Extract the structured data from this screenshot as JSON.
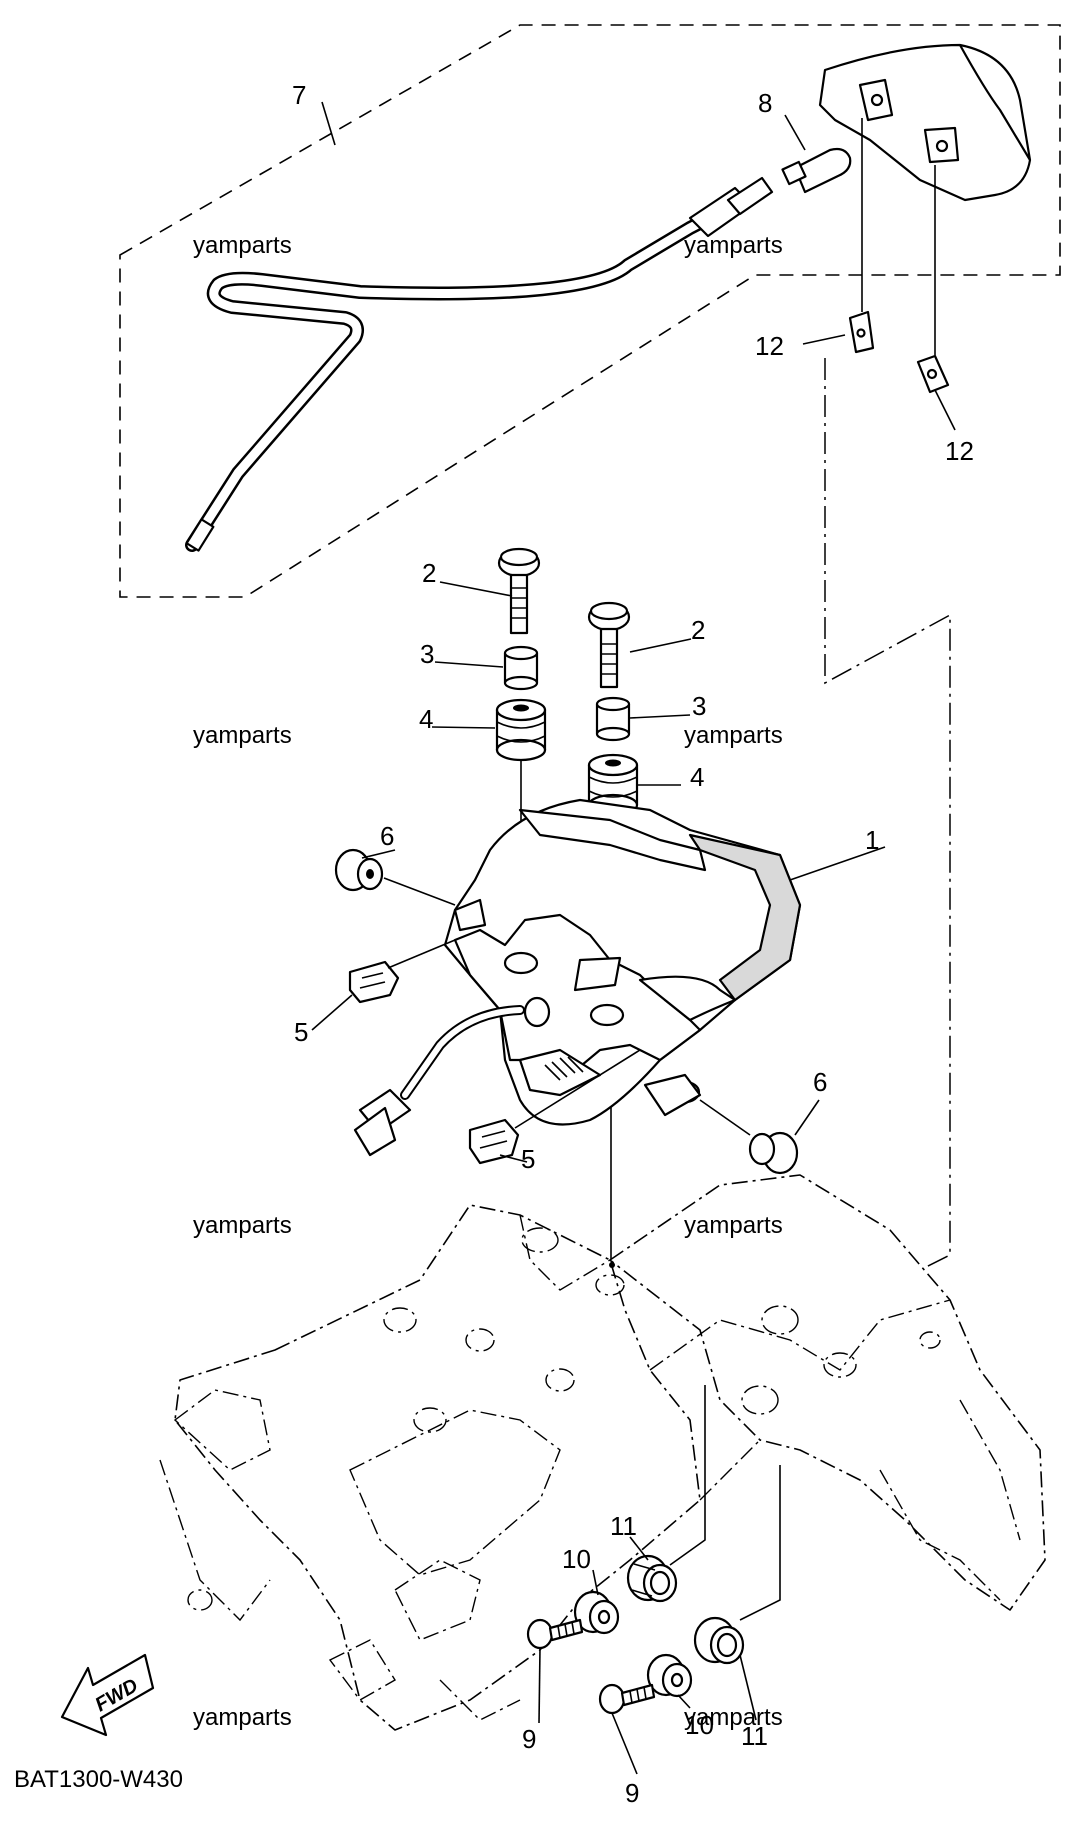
{
  "diagram_code": "BAT1300-W430",
  "fwd_label": "FWD",
  "watermark": "yamparts",
  "callouts": {
    "c1": "1",
    "c2a": "2",
    "c2b": "2",
    "c3a": "3",
    "c3b": "3",
    "c4a": "4",
    "c4b": "4",
    "c5a": "5",
    "c5b": "5",
    "c6a": "6",
    "c6b": "6",
    "c7": "7",
    "c8": "8",
    "c9a": "9",
    "c9b": "9",
    "c10a": "10",
    "c10b": "10",
    "c11a": "11",
    "c11b": "11",
    "c12a": "12",
    "c12b": "12"
  }
}
